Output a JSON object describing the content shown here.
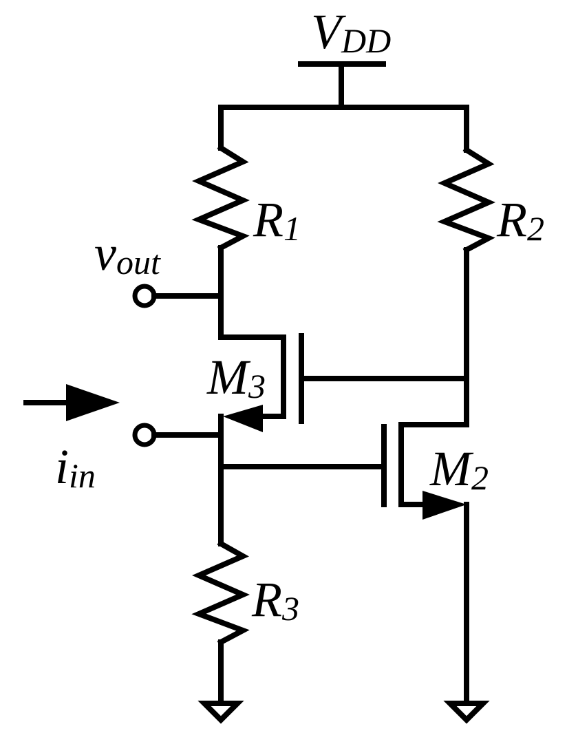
{
  "labels": {
    "vdd": {
      "main": "V",
      "sub": "DD"
    },
    "r1": {
      "main": "R",
      "sub": "1"
    },
    "r2": {
      "main": "R",
      "sub": "2"
    },
    "r3": {
      "main": "R",
      "sub": "3"
    },
    "m3": {
      "main": "M",
      "sub": "3"
    },
    "m2": {
      "main": "M",
      "sub": "2"
    },
    "vout": {
      "main": "v",
      "sub": "out"
    },
    "iin": {
      "main": "i",
      "sub": "in"
    }
  },
  "colors": {
    "ink": "#000000",
    "background": "#ffffff"
  }
}
